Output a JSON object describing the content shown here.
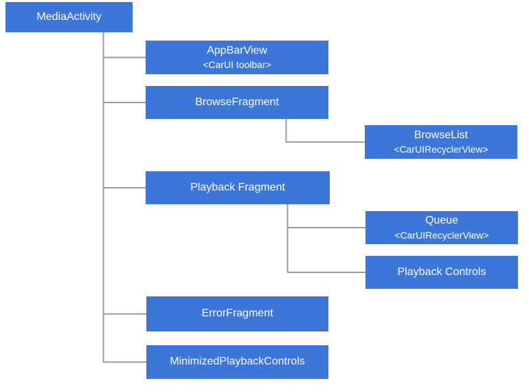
{
  "colors": {
    "background": "#ffffff",
    "node_fill": "#3b76d8",
    "node_text": "#ffffff",
    "connector": "#9a9a9a"
  },
  "diagram": {
    "nodes": {
      "media_activity": {
        "label": "MediaActivity"
      },
      "app_bar_view": {
        "label": "AppBarView",
        "sublabel": "<CarUI toolbar>"
      },
      "browse_fragment": {
        "label": "BrowseFragment"
      },
      "browse_list": {
        "label": "BrowseList",
        "sublabel": "<CarUIRecyclerView>"
      },
      "playback_fragment": {
        "label": "Playback Fragment"
      },
      "queue": {
        "label": "Queue",
        "sublabel": "<CarUIRecyclerView>"
      },
      "playback_controls": {
        "label": "Playback Controls"
      },
      "error_fragment": {
        "label": "ErrorFragment"
      },
      "minimized_playback_controls": {
        "label": "MinimizedPlaybackControls"
      }
    }
  }
}
